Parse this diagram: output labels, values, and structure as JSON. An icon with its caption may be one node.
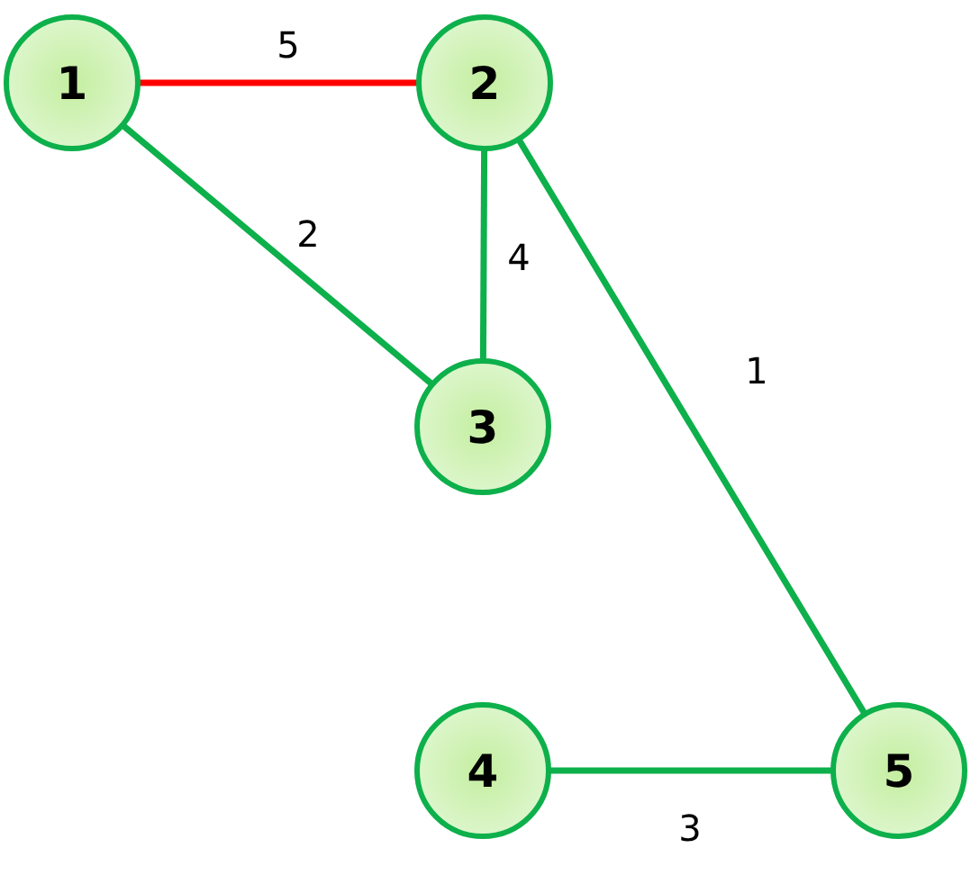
{
  "diagram": {
    "nodes": [
      {
        "text": [
          "1"
        ]
      },
      {
        "text": [
          "2"
        ]
      },
      {
        "text": [
          "3"
        ]
      },
      {
        "text": [
          "4"
        ]
      },
      {
        "text": [
          "5"
        ]
      }
    ],
    "edges": [
      {
        "from": 0,
        "to": 1,
        "arrow": "none",
        "label": "5",
        "color": "#ff0000"
      },
      {
        "from": 0,
        "to": 2,
        "arrow": "none",
        "label": "2"
      },
      {
        "from": 1,
        "to": 2,
        "arrow": "none",
        "label": "4"
      },
      {
        "from": 1,
        "to": 4,
        "arrow": "none",
        "label": "1"
      },
      {
        "from": 3,
        "to": 4,
        "arrow": "none",
        "label": "3"
      }
    ]
  }
}
